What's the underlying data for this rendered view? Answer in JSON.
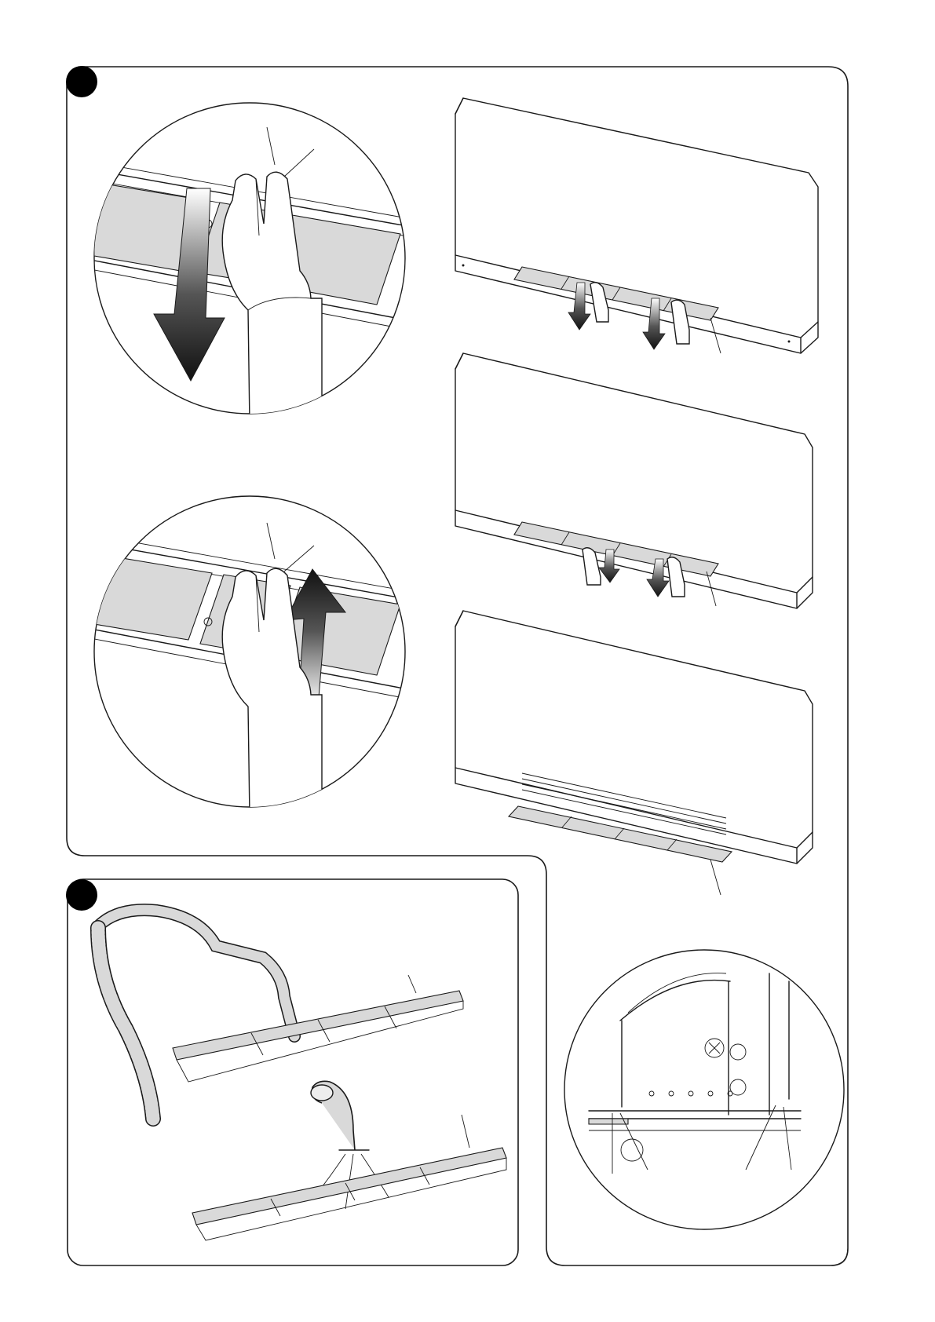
{
  "colors": {
    "ink": "#1a1a1a",
    "filter": "#d9d9d9",
    "badge": "#000000",
    "paper": "#ffffff"
  },
  "figure": {
    "panels": [
      {
        "id": "top",
        "badge": "step-1-badge"
      },
      {
        "id": "bottom-left",
        "badge": "step-2-badge"
      },
      {
        "id": "bottom-right"
      }
    ],
    "icons": [
      "down-arrow-icon",
      "up-arrow-icon",
      "hand-icon",
      "vacuum-hose-icon",
      "water-tap-icon"
    ]
  }
}
